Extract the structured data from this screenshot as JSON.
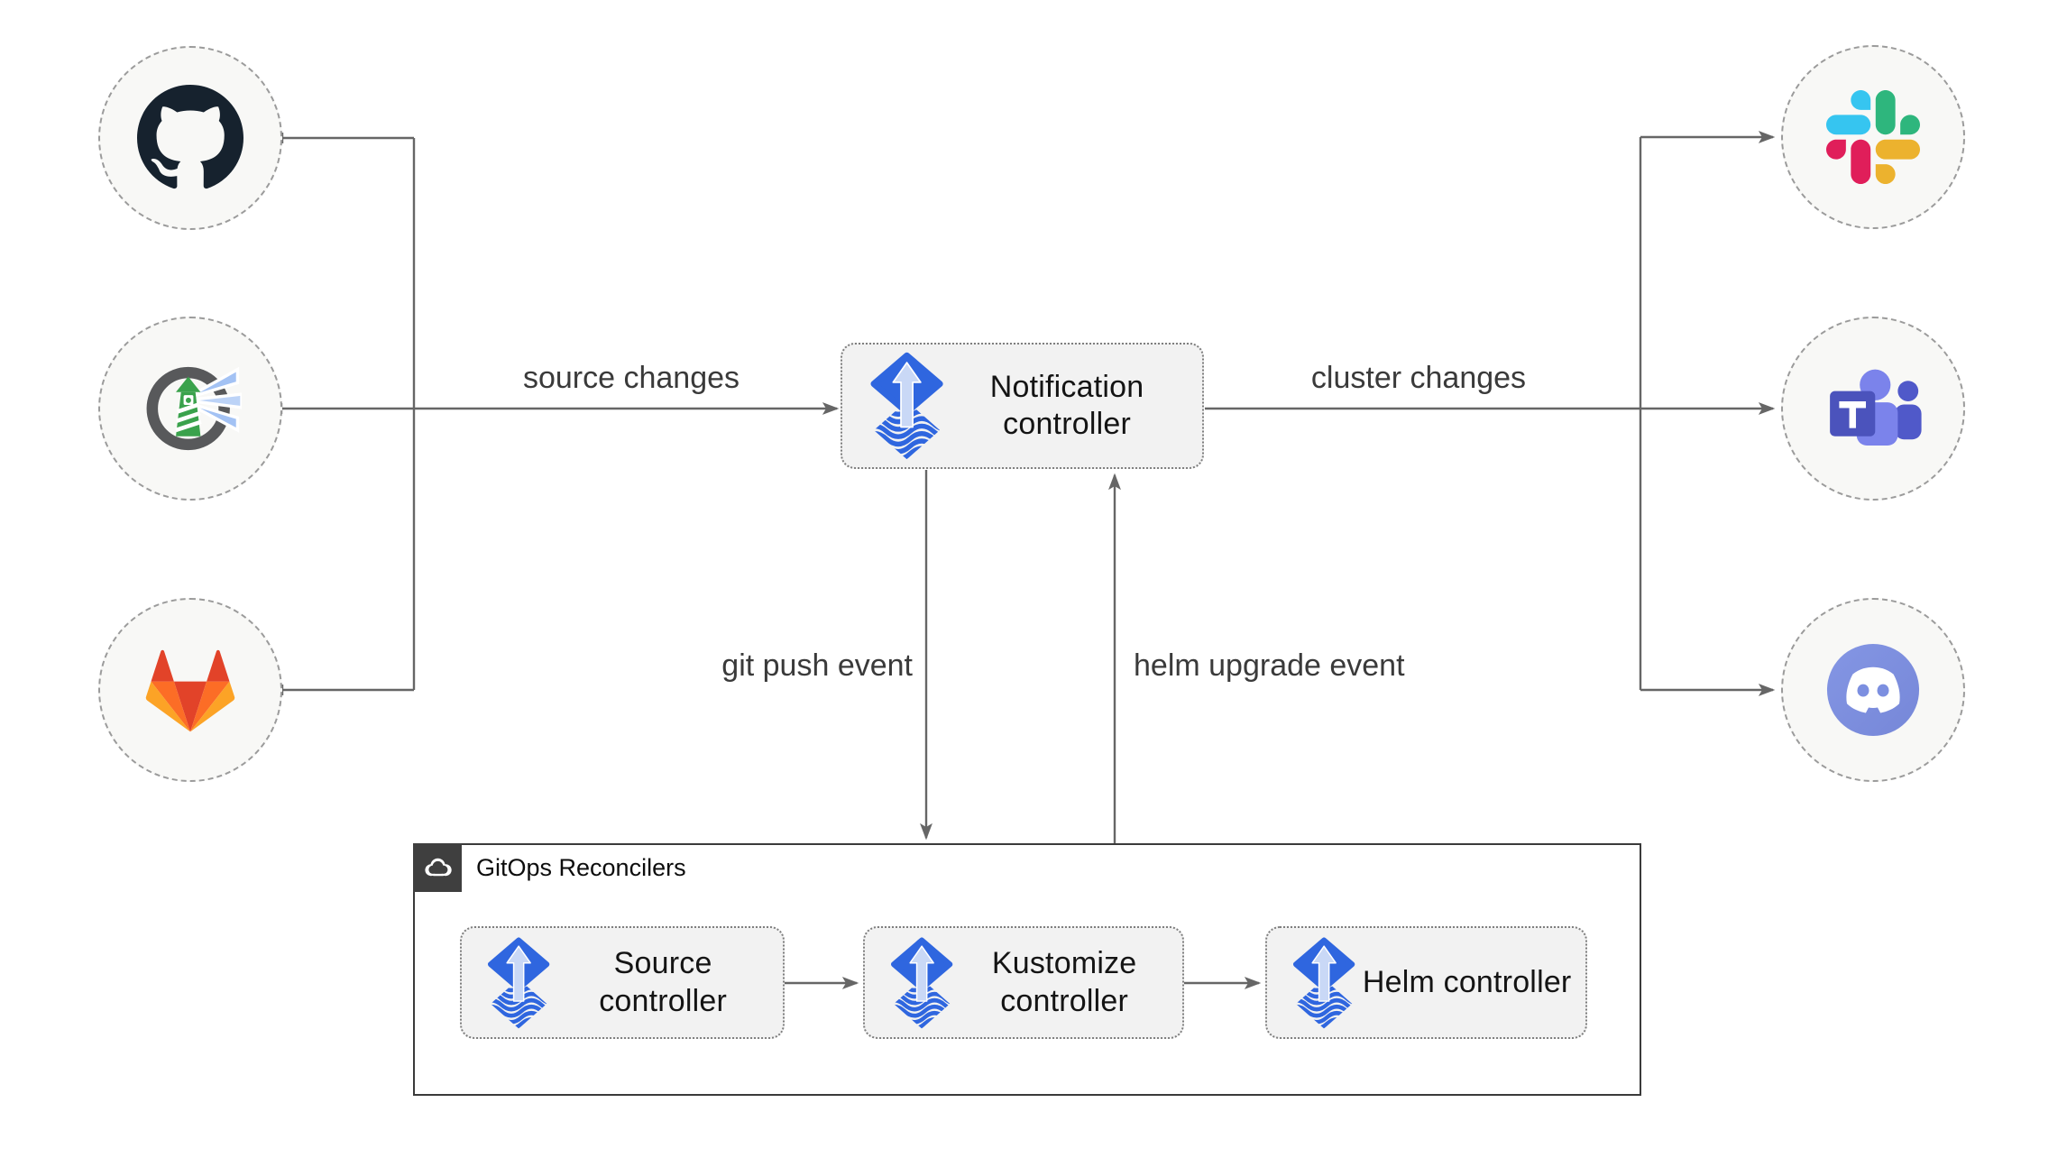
{
  "diagram": {
    "kind": "flux-notification-architecture"
  },
  "edges": {
    "source_changes": "source changes",
    "cluster_changes": "cluster changes",
    "git_push": "git push event",
    "helm_upgrade": "helm upgrade event"
  },
  "nodes": {
    "notification": {
      "label": "Notification controller"
    },
    "source": {
      "label": "Source controller"
    },
    "kustomize": {
      "label": "Kustomize controller"
    },
    "helm": {
      "label": "Helm controller"
    }
  },
  "container": {
    "label": "GitOps Reconcilers",
    "icon": "cloud-icon"
  },
  "sources": [
    {
      "id": "github",
      "icon": "github-icon"
    },
    {
      "id": "harbor",
      "icon": "harbor-icon"
    },
    {
      "id": "gitlab",
      "icon": "gitlab-icon"
    }
  ],
  "targets": [
    {
      "id": "slack",
      "icon": "slack-icon"
    },
    {
      "id": "teams",
      "icon": "teams-icon"
    },
    {
      "id": "discord",
      "icon": "discord-icon"
    }
  ],
  "colors": {
    "line": "#666666",
    "text": "#3a3a3a",
    "node_fill": "#f8f8f6",
    "node_border": "#9b9b9b",
    "box_fill": "#f2f2f2",
    "box_border": "#7e7e7e",
    "container_border": "#3a3a3a",
    "badge_bg": "#3f3f3f",
    "flux_blue": "#2f66df",
    "flux_arrow_light": "#c9d8f6",
    "github_black": "#16222e",
    "harbor_gray": "#58595b",
    "harbor_green": "#3aa24c",
    "harbor_beam": "#a3c2f4",
    "gitlab_red": "#e24329",
    "gitlab_orange": "#fc6d26",
    "gitlab_yellow": "#fca326",
    "slack_blue": "#36c5f0",
    "slack_green": "#2eb67d",
    "slack_red": "#e01e5a",
    "slack_yellow": "#ecb22e",
    "teams_light": "#7b83eb",
    "teams_dark": "#5059c9",
    "teams_square": "#4b53bc",
    "discord_blurple": "#7c8fe0"
  }
}
